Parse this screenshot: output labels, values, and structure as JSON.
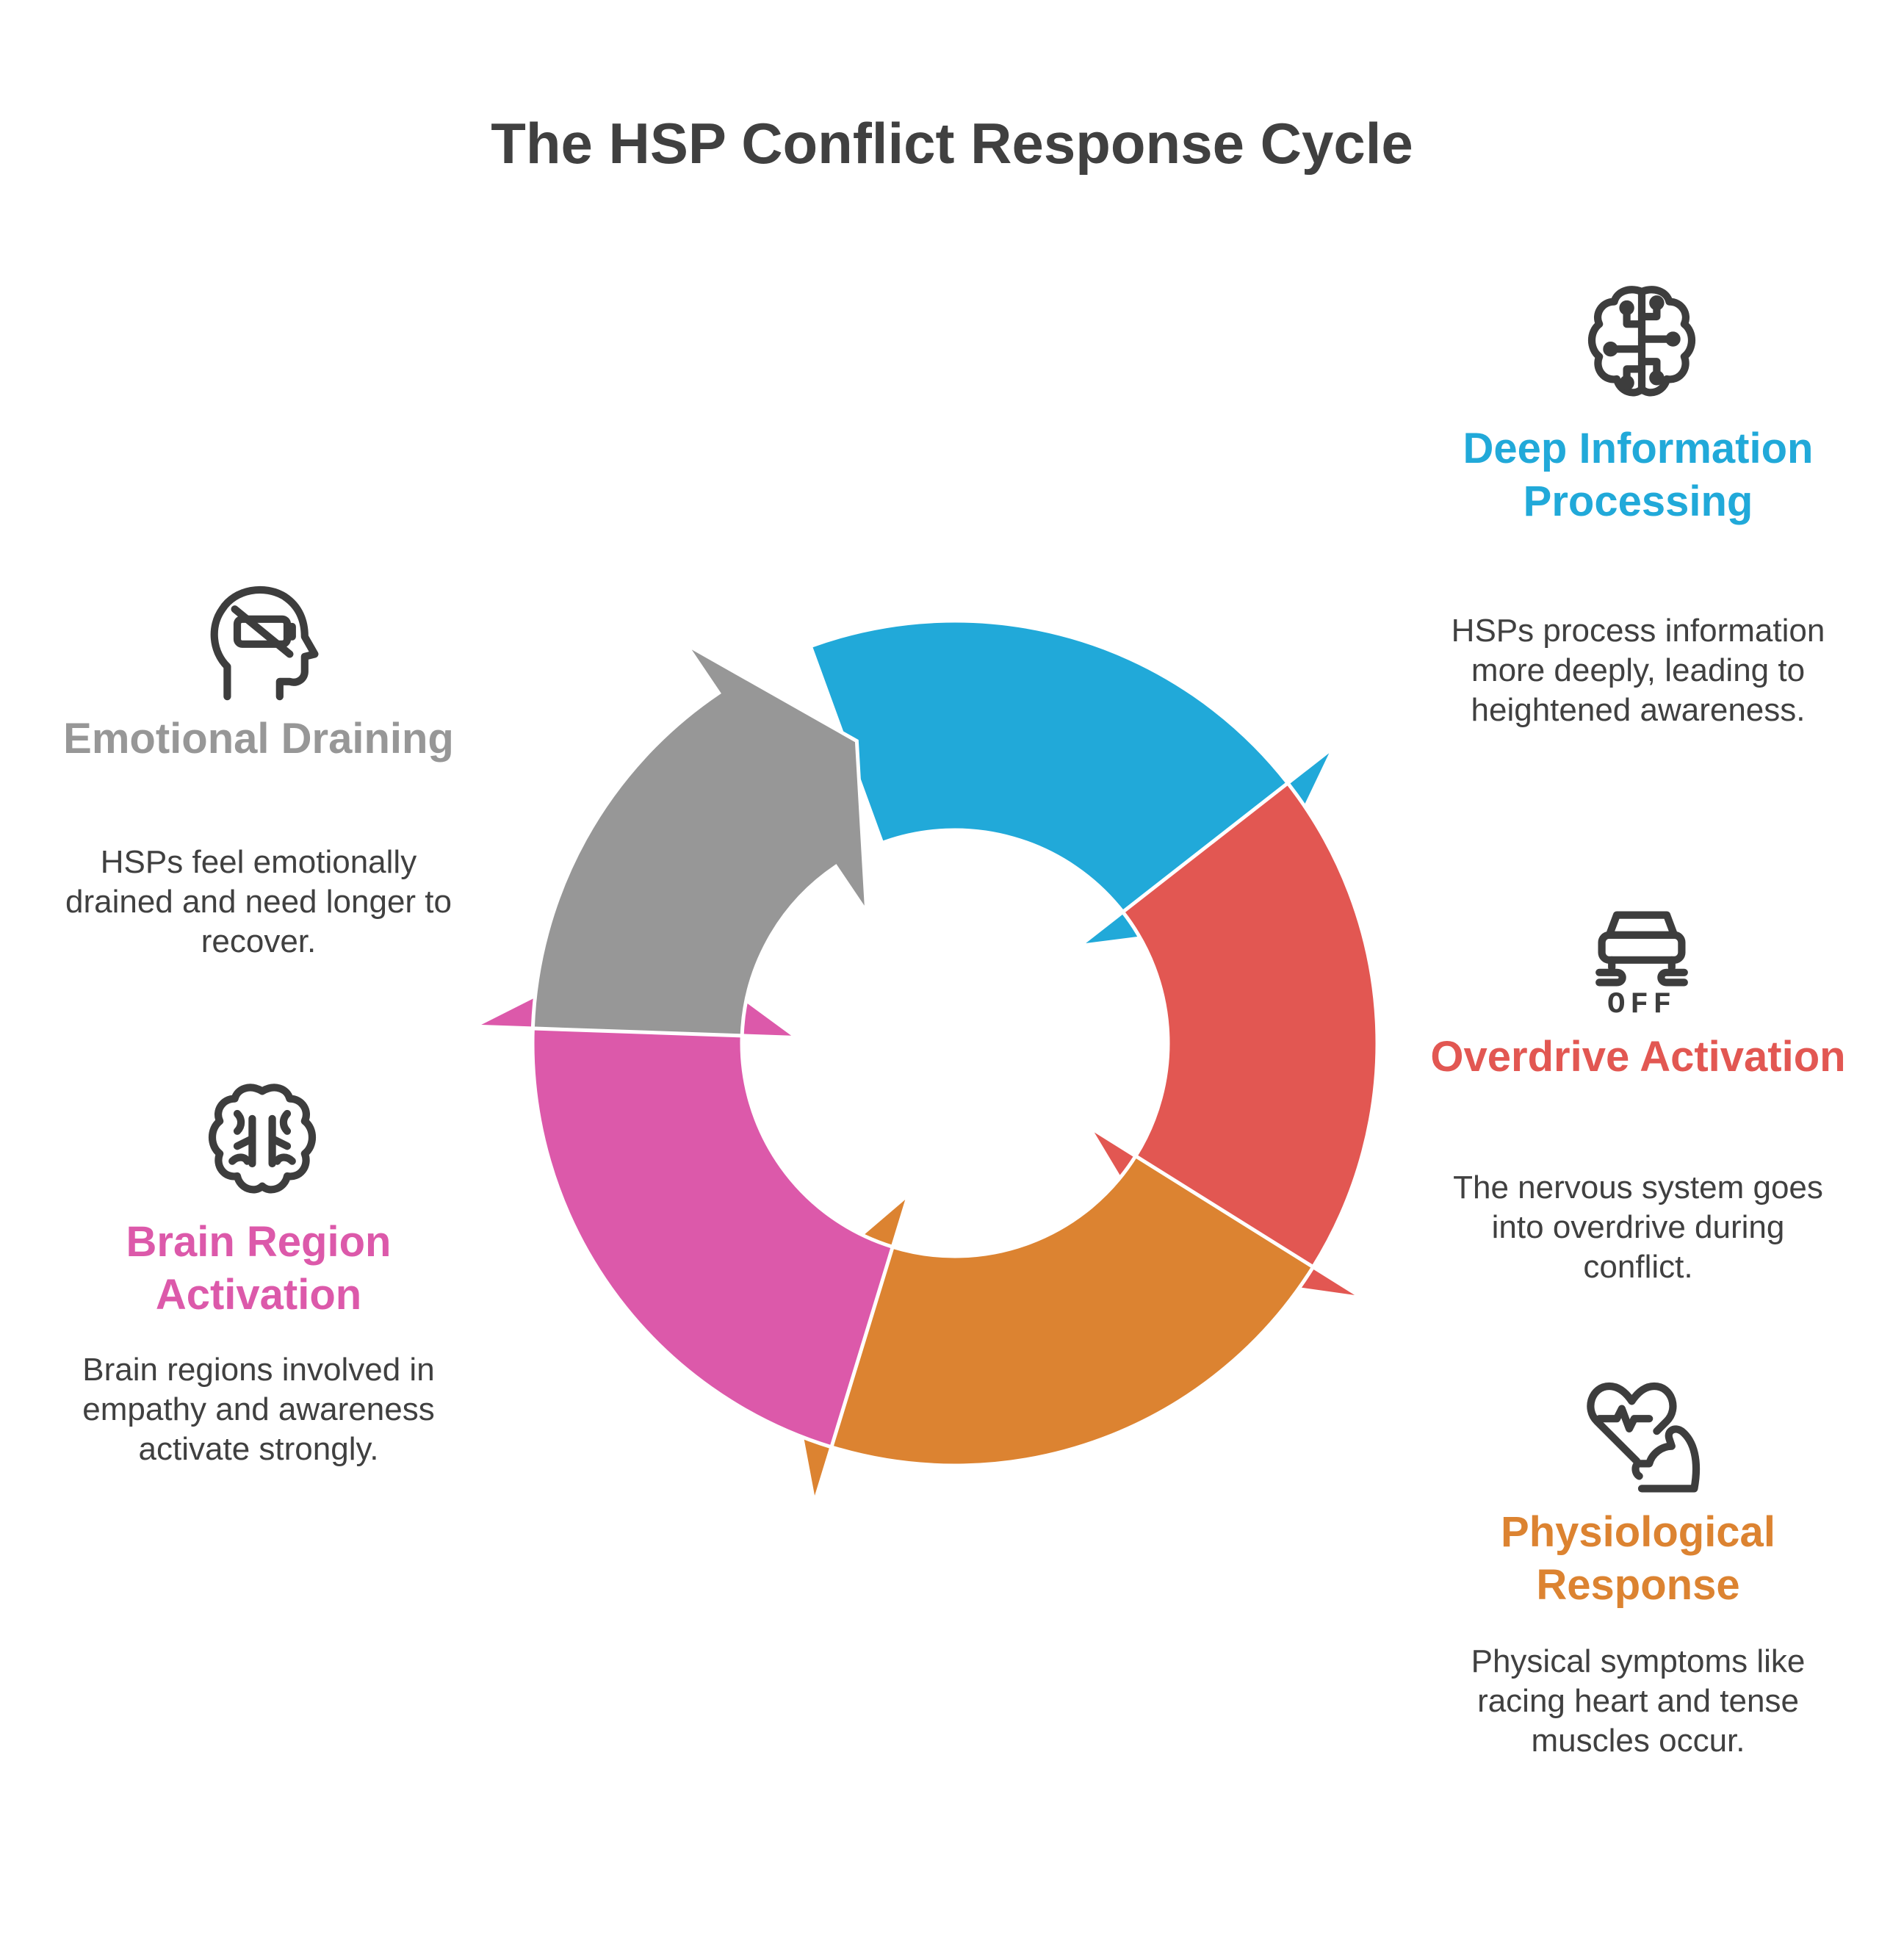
{
  "title": "The HSP Conflict Response Cycle",
  "steps": [
    {
      "id": "deep-information-processing",
      "title": "Deep Information Processing",
      "description": "HSPs process information more deeply, leading to heightened awareness.",
      "color": "#21A9D9",
      "icon": "brain-circuit-icon"
    },
    {
      "id": "overdrive-activation",
      "title": "Overdrive Activation",
      "description": "The nervous system goes into overdrive during conflict.",
      "color": "#E25752",
      "icon": "car-off-icon"
    },
    {
      "id": "physiological-response",
      "title": "Physiological Response",
      "description": "Physical symptoms like racing heart and tense muscles occur.",
      "color": "#DC8331",
      "icon": "heart-muscle-icon"
    },
    {
      "id": "brain-region-activation",
      "title": "Brain Region Activation",
      "description": "Brain regions involved in empathy and awareness activate strongly.",
      "color": "#DC59AA",
      "icon": "brain-icon"
    },
    {
      "id": "emotional-draining",
      "title": "Emotional Draining",
      "description": "HSPs feel emotionally drained and need longer to recover.",
      "color": "#979797",
      "icon": "head-battery-icon"
    }
  ],
  "icon_labels": {
    "car_off": "OFF"
  }
}
